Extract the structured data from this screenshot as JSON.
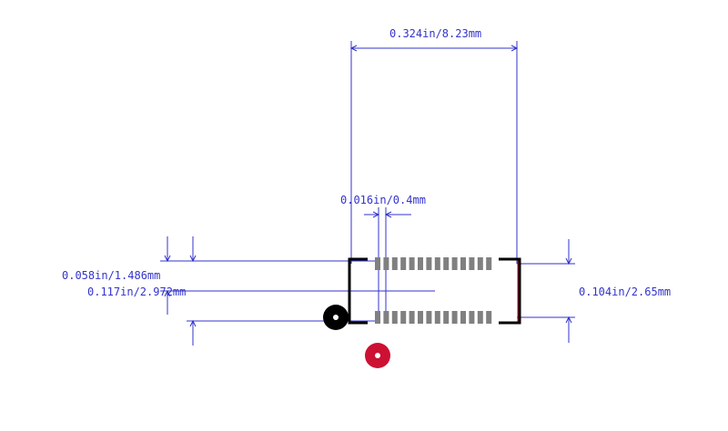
{
  "dimensions": {
    "overall_width": "0.324in/8.23mm",
    "pitch": "0.016in/0.4mm",
    "pad_length": "0.058in/1.486mm",
    "row_span": "0.117in/2.972mm",
    "body_height": "0.104in/2.65mm"
  },
  "footprint": {
    "pads_per_row": 14,
    "rows": 2
  },
  "colors": {
    "dimension": "#3333cc",
    "outline": "#000000",
    "pad": "#808080",
    "pin1_marker": "#000000",
    "origin_marker": "#cc1133",
    "body_edge": "#cc1133"
  }
}
